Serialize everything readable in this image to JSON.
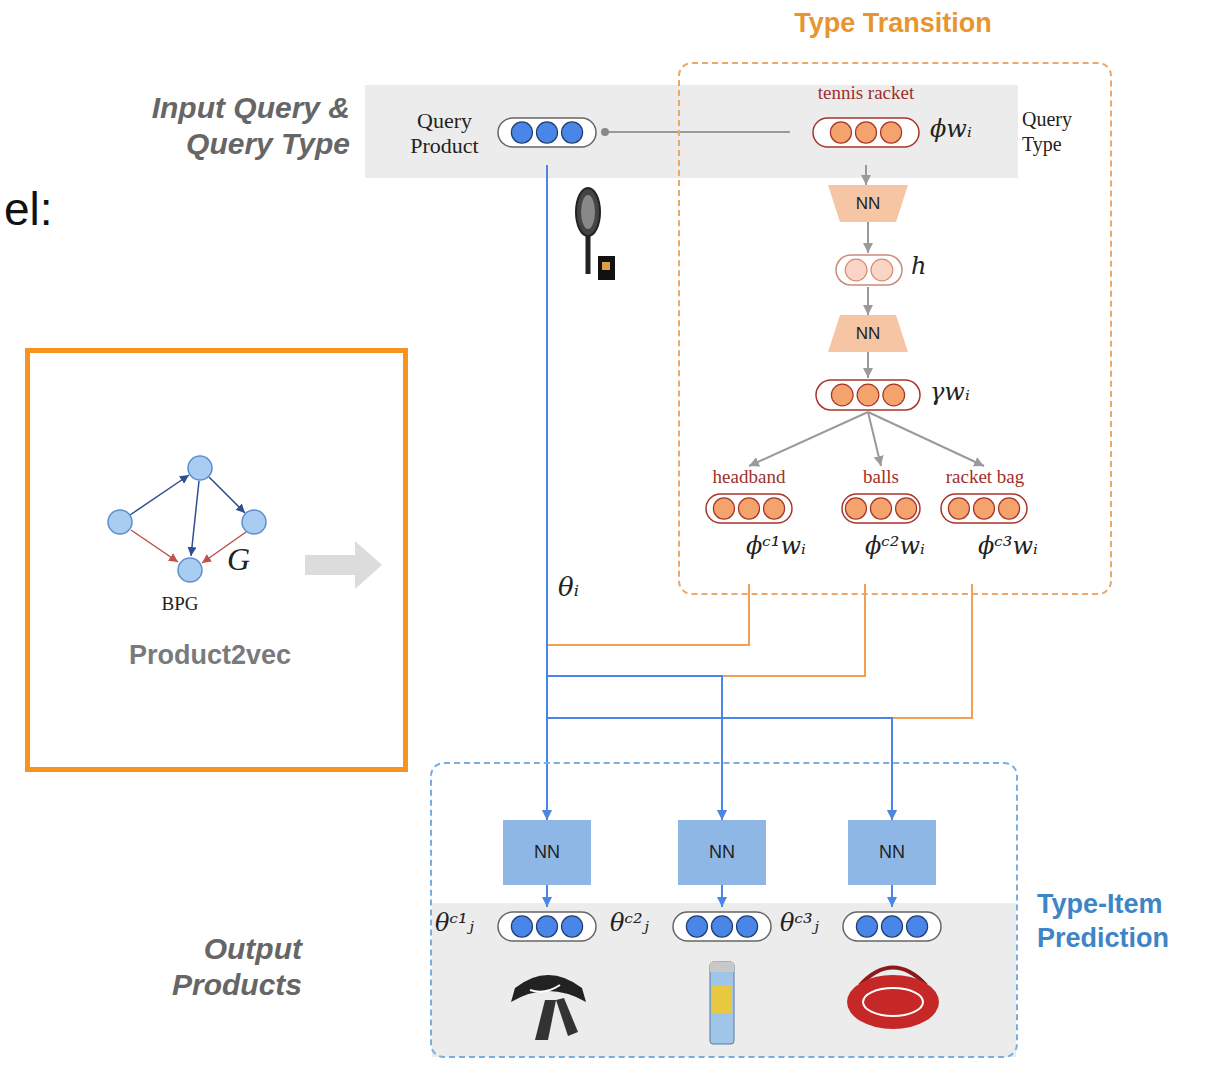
{
  "diagram": {
    "nodes": [
      {
        "text": [
          "Input Query & Query Type"
        ]
      },
      {
        "text": [
          "Query Product"
        ],
        "in": 0
      },
      {
        "text": [
          "tennis racket",
          "ϕwᵢ",
          "Query Type"
        ],
        "in": 0
      },
      {
        "text": [
          "Type Transition"
        ]
      },
      {
        "text": [
          "NN"
        ],
        "in": 3
      },
      {
        "text": [
          "h"
        ],
        "in": 3
      },
      {
        "text": [
          "NN"
        ],
        "in": 3
      },
      {
        "text": [
          "γwᵢ"
        ],
        "in": 3
      },
      {
        "text": [
          "headband",
          "ϕᶜ¹wᵢ"
        ],
        "in": 3
      },
      {
        "text": [
          "balls",
          "ϕᶜ²wᵢ"
        ],
        "in": 3
      },
      {
        "text": [
          "racket bag",
          "ϕᶜ³wᵢ"
        ],
        "in": 3
      },
      {
        "text": [
          "G",
          "BPG",
          "Product2vec"
        ]
      },
      {
        "text": [
          "Type-Item Prediction"
        ]
      },
      {
        "text": [
          "NN"
        ],
        "in": 12
      },
      {
        "text": [
          "NN"
        ],
        "in": 12
      },
      {
        "text": [
          "NN"
        ],
        "in": 12
      },
      {
        "text": [
          "Output Products"
        ],
        "in": 12
      },
      {
        "text": [
          "θᶜ¹ⱼ"
        ],
        "in": 16
      },
      {
        "text": [
          "θᶜ²ⱼ"
        ],
        "in": 16
      },
      {
        "text": [
          "θᶜ³ⱼ"
        ],
        "in": 16
      }
    ],
    "edges": [
      {
        "from": 1,
        "to": 2,
        "arrow": "none"
      },
      {
        "from": 2,
        "to": 4,
        "arrow": "to"
      },
      {
        "from": 4,
        "to": 5,
        "arrow": "to"
      },
      {
        "from": 5,
        "to": 6,
        "arrow": "to"
      },
      {
        "from": 6,
        "to": 7,
        "arrow": "to"
      },
      {
        "from": 7,
        "to": 8,
        "arrow": "to"
      },
      {
        "from": 7,
        "to": 9,
        "arrow": "to"
      },
      {
        "from": 7,
        "to": 10,
        "arrow": "to"
      },
      {
        "from": 1,
        "to": 13,
        "arrow": "to",
        "label": "θᵢ"
      },
      {
        "from": 1,
        "to": 14,
        "arrow": "to"
      },
      {
        "from": 1,
        "to": 15,
        "arrow": "to"
      },
      {
        "from": 8,
        "to": 13,
        "arrow": "to"
      },
      {
        "from": 9,
        "to": 14,
        "arrow": "to"
      },
      {
        "from": 10,
        "to": 15,
        "arrow": "to"
      },
      {
        "from": 13,
        "to": 17,
        "arrow": "to"
      },
      {
        "from": 14,
        "to": 18,
        "arrow": "to"
      },
      {
        "from": 15,
        "to": 19,
        "arrow": "to"
      }
    ],
    "labels": [
      "el:"
    ]
  }
}
